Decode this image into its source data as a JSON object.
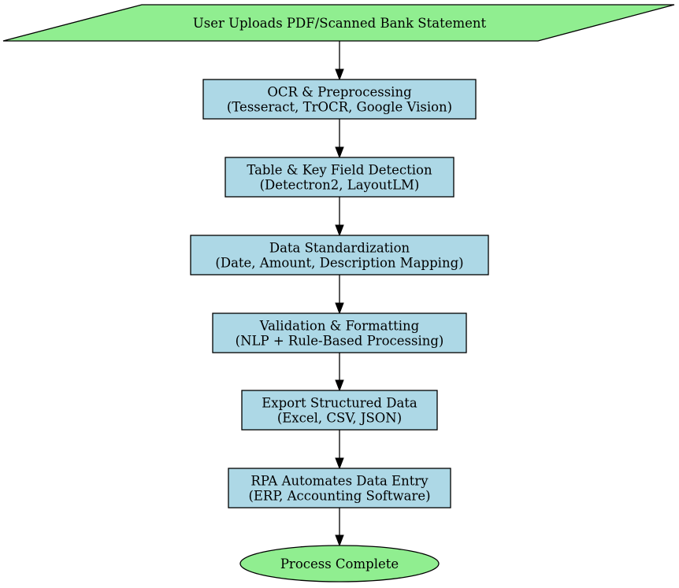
{
  "diagram": {
    "type": "flowchart",
    "direction": "top-to-bottom",
    "colors": {
      "terminal_fill": "#90ee90",
      "process_fill": "#add8e6",
      "stroke": "#000000"
    },
    "nodes": [
      {
        "id": "upload",
        "shape": "parallelogram",
        "lines": [
          "User Uploads PDF/Scanned Bank Statement"
        ]
      },
      {
        "id": "ocr",
        "shape": "rectangle",
        "lines": [
          "OCR & Preprocessing",
          "(Tesseract, TrOCR, Google Vision)"
        ]
      },
      {
        "id": "detection",
        "shape": "rectangle",
        "lines": [
          "Table & Key Field Detection",
          "(Detectron2, LayoutLM)"
        ]
      },
      {
        "id": "standardization",
        "shape": "rectangle",
        "lines": [
          "Data Standardization",
          "(Date, Amount, Description Mapping)"
        ]
      },
      {
        "id": "validation",
        "shape": "rectangle",
        "lines": [
          "Validation & Formatting",
          "(NLP + Rule-Based Processing)"
        ]
      },
      {
        "id": "export",
        "shape": "rectangle",
        "lines": [
          "Export Structured Data",
          "(Excel, CSV, JSON)"
        ]
      },
      {
        "id": "rpa",
        "shape": "rectangle",
        "lines": [
          "RPA Automates Data Entry",
          "(ERP, Accounting Software)"
        ]
      },
      {
        "id": "complete",
        "shape": "ellipse",
        "lines": [
          "Process Complete"
        ]
      }
    ],
    "edges": [
      {
        "from": "upload",
        "to": "ocr"
      },
      {
        "from": "ocr",
        "to": "detection"
      },
      {
        "from": "detection",
        "to": "standardization"
      },
      {
        "from": "standardization",
        "to": "validation"
      },
      {
        "from": "validation",
        "to": "export"
      },
      {
        "from": "export",
        "to": "rpa"
      },
      {
        "from": "rpa",
        "to": "complete"
      }
    ]
  }
}
